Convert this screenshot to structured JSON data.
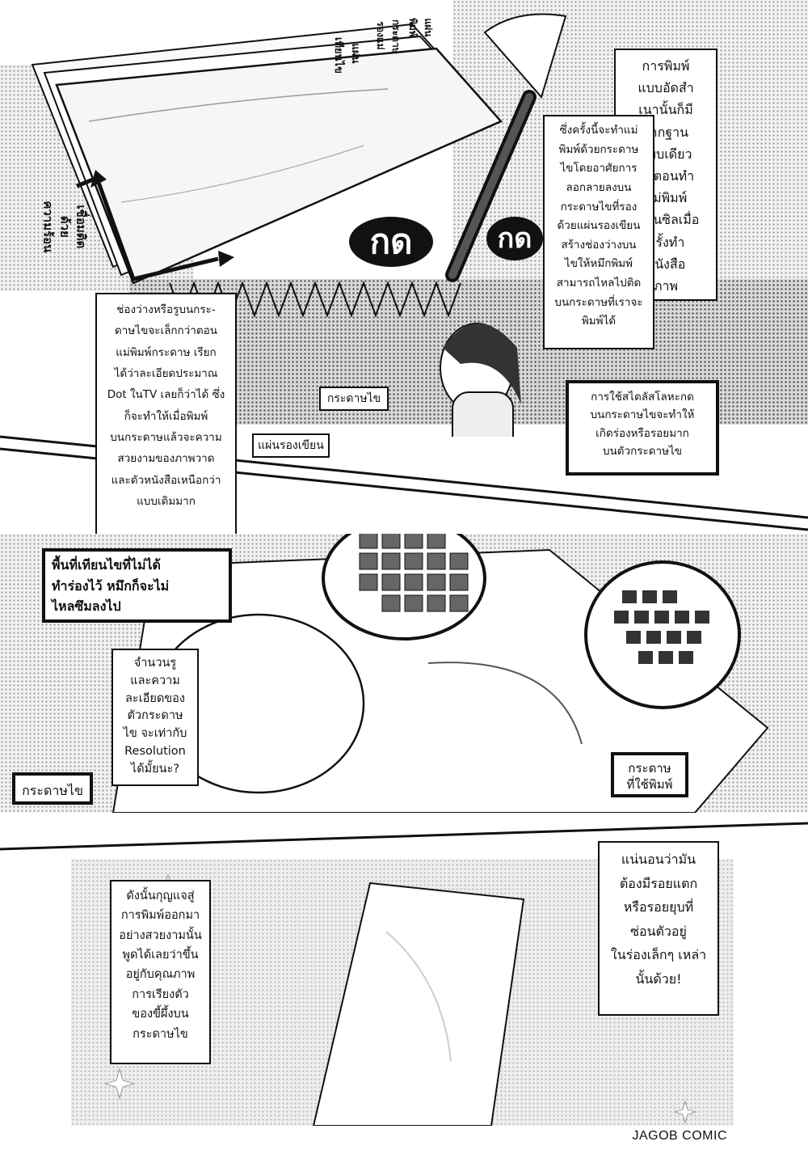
{
  "panel1": {
    "narration_right": [
      "การพิมพ์",
      "แบบอัดสำ",
      "เนานั้นก็มี",
      "รากฐาน",
      "แบบเดียว",
      "กับตอนทำ",
      "แม่พิมพ์",
      "สเตนซิลเมื่อ",
      "ครั้งทำ",
      "หนังสือ",
      "ภาพ"
    ],
    "narration_center": [
      "ซึ่งครั้งนี้จะทำแม่",
      "พิมพ์ด้วยกระดาษ",
      "ไขโดยอาศัยการ",
      "ลอกลายลงบน",
      "กระดาษไขที่รอง",
      "ด้วยแผ่นรองเขียน",
      "สร้างช่องว่างบน",
      "ไขให้หมึกพิมพ์",
      "สามารถไหลไปติด",
      "บนกระดาษที่เราจะ",
      "พิมพ์ได้"
    ],
    "sheet_label_1": "แผ่นเทียนไข",
    "sheet_label_2": "กระดาษรองแม่",
    "sheet_label_3": "แผ่นพิมพ์",
    "side_label": [
      "เชื่อมติด",
      "ด้วย",
      "ความร้อน"
    ],
    "sfx_1": "กด",
    "sfx_2": "กด"
  },
  "panel2": {
    "narration_left": [
      "ช่องว่างหรือรูบนกระ-",
      "ดาษไขจะเล็กกว่าตอน",
      "แม่พิมพ์กระดาษ เรียก",
      "ได้ว่าละเอียดประมาณ",
      "Dot ในTV เลยก็ว่าได้ ซึ่ง",
      "ก็จะทำให้เมื่อพิมพ์",
      "บนกระดาษแล้วจะความ",
      "สวยงามของภาพวาด",
      "และตัวหนังสือเหนือกว่า",
      "แบบเดิมมาก"
    ],
    "label_paper": "กระดาษไข",
    "label_board": "แผ่นรองเขียน",
    "note_right": [
      "การใช้สไตลัสโลหะกด",
      "บนกระดาษไขจะทำให้",
      "เกิดร่องหรือรอยมาก",
      "บนตัวกระดาษไข"
    ]
  },
  "panel3": {
    "note_left": [
      "พื้นที่เทียนไขที่ไม่ได้",
      "ทำร่องไว้ หมึกก็จะไม่",
      "ไหลซึมลงไป"
    ],
    "question": [
      "จำนวนรู",
      "และความ",
      "ละเอียดของ",
      "ตัวกระดาษ",
      "ไข จะเท่ากับ",
      "Resolution",
      "ได้มั้ยนะ?"
    ],
    "label_stencil": "กระดาษไข",
    "label_print_paper": [
      "กระดาษ",
      "ที่ใช้พิมพ์"
    ]
  },
  "panel4": {
    "narration_left": [
      "ดังนั้นกุญแจสู่",
      "การพิมพ์ออกมา",
      "อย่างสวยงามนั้น",
      "พูดได้เลยว่าขึ้น",
      "อยู่กับคุณภาพ",
      "การเรียงตัว",
      "ของขี้ผึ้งบน",
      "กระดาษไข"
    ],
    "narration_right": [
      "แน่นอนว่ามัน",
      "ต้องมีรอยแตก",
      "หรือรอยยุบที่",
      "ซ่อนตัวอยู่",
      "ในร่องเล็กๆ เหล่า",
      "นั้นด้วย!"
    ]
  },
  "credit": "JAGOB COMIC"
}
